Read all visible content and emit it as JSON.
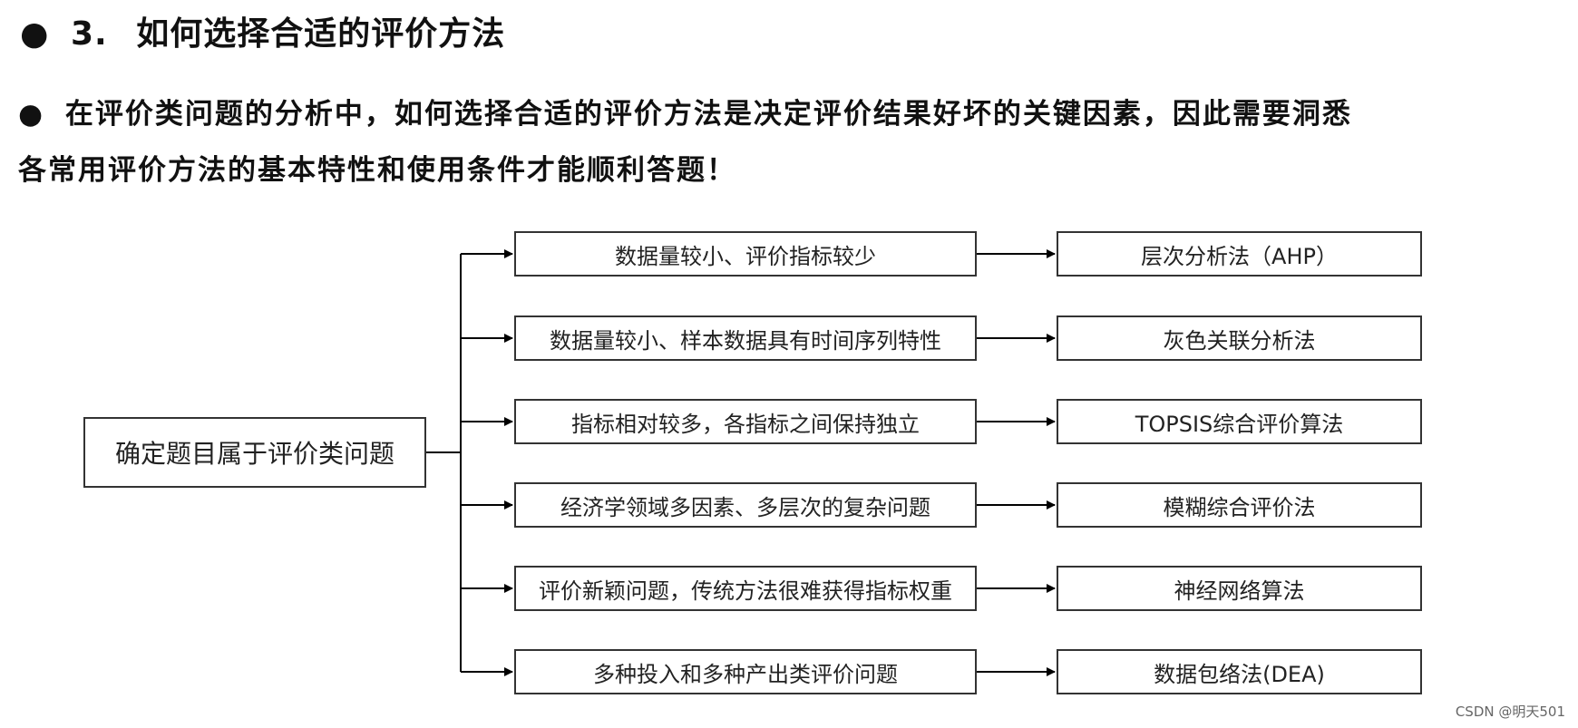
{
  "heading": {
    "bullet": "●",
    "number": "3.",
    "text": "如何选择合适的评价方法"
  },
  "paragraph": {
    "bullet": "●",
    "line1": "在评价类问题的分析中，如何选择合适的评价方法是决定评价结果好坏的关键因素，因此需要洞悉",
    "line2": "各常用评价方法的基本特性和使用条件才能顺利答题！"
  },
  "diagram": {
    "root": "确定题目属于评价类问题",
    "rows": [
      {
        "condition": "数据量较小、评价指标较少",
        "method": "层次分析法（AHP）"
      },
      {
        "condition": "数据量较小、样本数据具有时间序列特性",
        "method": "灰色关联分析法"
      },
      {
        "condition": "指标相对较多，各指标之间保持独立",
        "method": "TOPSIS综合评价算法"
      },
      {
        "condition": "经济学领域多因素、多层次的复杂问题",
        "method": "模糊综合评价法"
      },
      {
        "condition": "评价新颖问题，传统方法很难获得指标权重",
        "method": "神经网络算法"
      },
      {
        "condition": "多种投入和多种产出类评价问题",
        "method": "数据包络法(DEA)"
      }
    ]
  },
  "watermark": "CSDN @明天501",
  "colors": {
    "line": "#000000",
    "box_border": "#333333"
  }
}
